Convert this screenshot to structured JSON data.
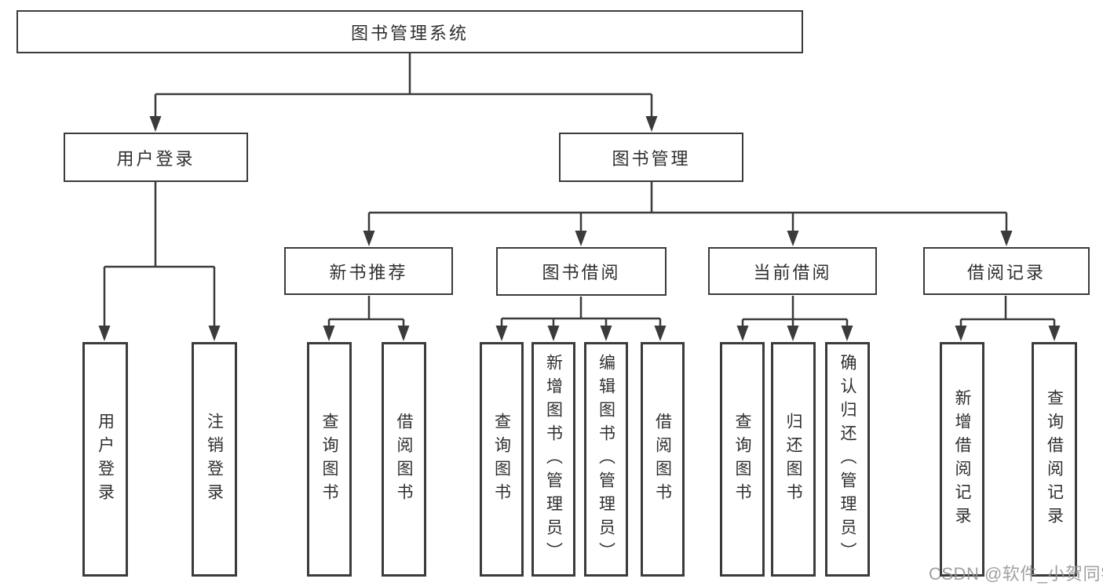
{
  "title": "图书管理系统",
  "tree": {
    "root": "图书管理系统",
    "branches": [
      {
        "label": "用户登录",
        "children": [
          "用户登录",
          "注销登录"
        ]
      },
      {
        "label": "图书管理",
        "children": [
          {
            "label": "新书推荐",
            "children": [
              "查询图书",
              "借阅图书"
            ]
          },
          {
            "label": "图书借阅",
            "children": [
              "查询图书",
              "新增图书（管理员）",
              "编辑图书（管理员）",
              "借阅图书"
            ]
          },
          {
            "label": "当前借阅",
            "children": [
              "查询图书",
              "归还图书",
              "确认归还（管理员）"
            ]
          },
          {
            "label": "借阅记录",
            "children": [
              "新增借阅记录",
              "查询借阅记录"
            ]
          }
        ]
      }
    ]
  },
  "watermark": {
    "text": "CSDN @软件_小贺同学"
  },
  "colors": {
    "line": "#3b3b3b",
    "box_border": "#3b3b3b",
    "box_bg": "#ffffff",
    "text": "#2f2f2f",
    "watermark": "#969696"
  }
}
